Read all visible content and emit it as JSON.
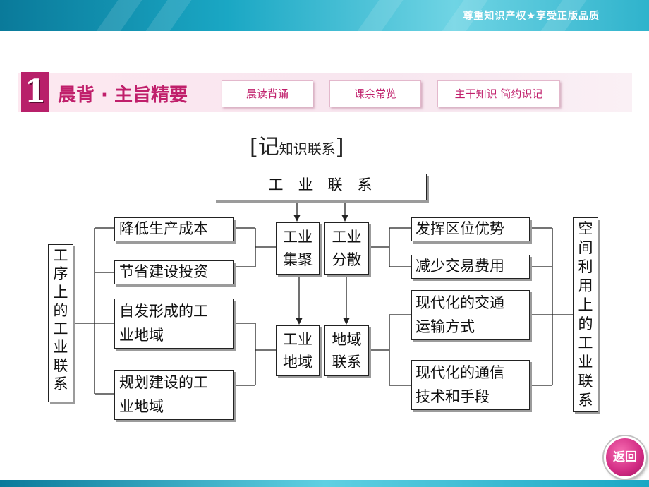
{
  "header": {
    "slogan": "尊重知识产权★享受正版品质"
  },
  "section": {
    "number": "1",
    "title": "晨背 · 主旨精要",
    "tabs": [
      "晨读背诵",
      "课余常览",
      "主干知识  简约识记"
    ]
  },
  "heading": {
    "open": "[记",
    "sub": "知识联系",
    "close": "]"
  },
  "diagram": {
    "top": "工　业　联　系",
    "left_label": [
      "工",
      "序",
      "上",
      "的",
      "工",
      "业",
      "联",
      "系"
    ],
    "right_label": [
      "空",
      "间",
      "利",
      "用",
      "上",
      "的",
      "工",
      "业",
      "联",
      "系"
    ],
    "left_boxes": [
      "降低生产成本",
      "节省建设投资",
      "自发形成的工",
      "业地域",
      "规划建设的工",
      "业地域"
    ],
    "center_top": [
      [
        "工业",
        "集聚"
      ],
      [
        "工业",
        "分散"
      ]
    ],
    "center_bottom": [
      [
        "工业",
        "地域"
      ],
      [
        "地域",
        "联系"
      ]
    ],
    "right_boxes": [
      "发挥区位优势",
      "减少交易费用",
      "现代化的交通",
      "运输方式",
      "现代化的通信",
      "技术和手段"
    ]
  },
  "nav": {
    "back": "返回"
  }
}
